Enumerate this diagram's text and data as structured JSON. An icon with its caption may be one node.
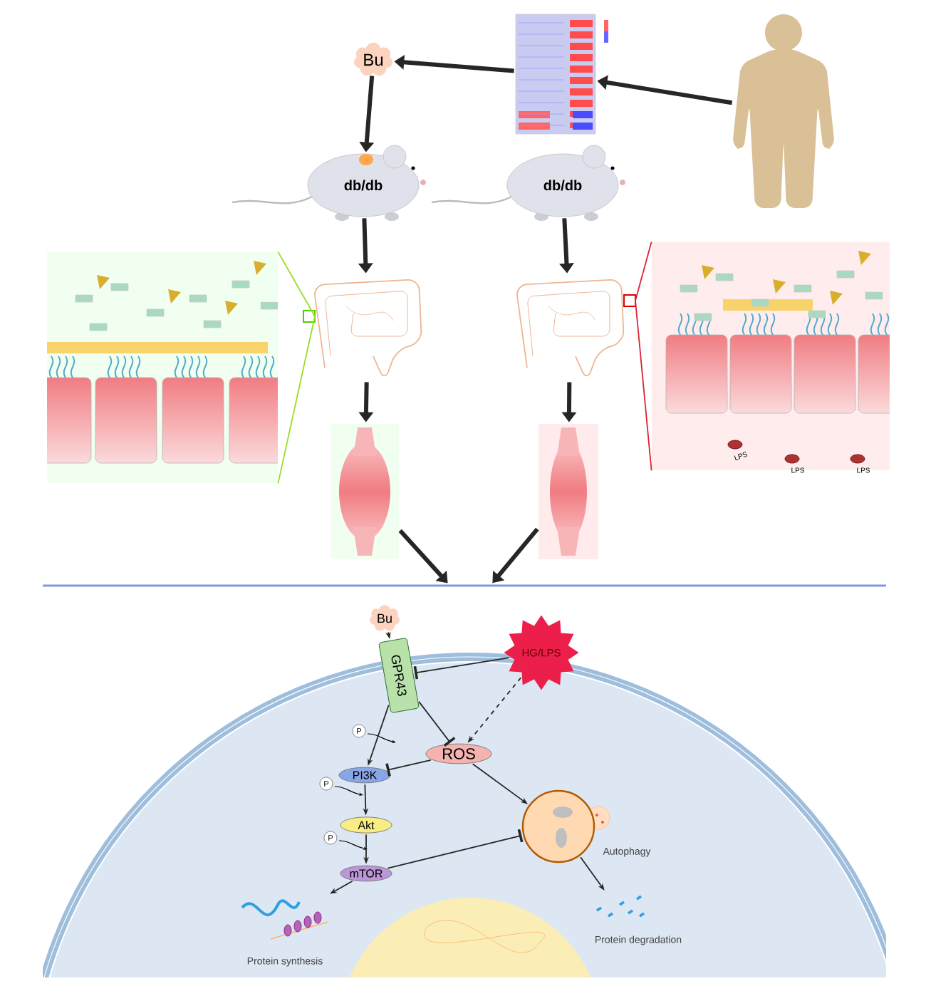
{
  "diagram": {
    "nodes": [
      {
        "text": [
          "Bu"
        ]
      },
      {
        "text": [],
        "shape": "picture"
      },
      {
        "text": [],
        "shape": "person"
      },
      {
        "text": [
          "db/db"
        ]
      },
      {
        "text": [
          "db/db"
        ]
      },
      {
        "text": [],
        "shape": "picture"
      },
      {
        "text": [],
        "shape": "picture"
      },
      {
        "text": [],
        "shape": "picture"
      },
      {
        "text": [],
        "shape": "picture"
      },
      {
        "text": [],
        "shape": "picture"
      },
      {
        "text": [],
        "shape": "picture"
      },
      {
        "text": [
          "Bu"
        ]
      },
      {
        "text": [
          "HG/LPS"
        ]
      },
      {
        "text": [
          "GPR43"
        ]
      },
      {
        "text": [
          "ROS"
        ]
      },
      {
        "text": [
          "PI3K"
        ]
      },
      {
        "text": [
          "Akt"
        ]
      },
      {
        "text": [
          "mTOR"
        ]
      },
      {
        "text": [],
        "shape": "picture",
        "beside": [
          "Autophagy"
        ]
      },
      {
        "text": [],
        "shape": "picture",
        "beside": [
          "Protein synthesis"
        ]
      },
      {
        "text": [],
        "shape": "picture",
        "beside": [
          "Protein degradation"
        ]
      }
    ],
    "edges": [
      {
        "from": 2,
        "to": 1,
        "arrow": "to",
        "style": "thick"
      },
      {
        "from": 1,
        "to": 0,
        "arrow": "to",
        "style": "thick"
      },
      {
        "from": 0,
        "to": 3,
        "arrow": "to",
        "style": "thick"
      },
      {
        "from": 3,
        "to": 5,
        "arrow": "to",
        "style": "thick"
      },
      {
        "from": 4,
        "to": 6,
        "arrow": "to",
        "style": "thick"
      },
      {
        "from": 5,
        "to": 7,
        "arrow": "to",
        "style": "thick"
      },
      {
        "from": 6,
        "to": 8,
        "arrow": "to",
        "style": "thick"
      },
      {
        "from": 7,
        "to": null,
        "arrow": "to",
        "style": "thick"
      },
      {
        "from": 8,
        "to": null,
        "arrow": "to",
        "style": "thick"
      },
      {
        "from": 5,
        "to": 9,
        "arrow": "none",
        "color": "#99dd22"
      },
      {
        "from": 6,
        "to": 10,
        "arrow": "none",
        "color": "#dd2233"
      },
      {
        "from": 11,
        "to": 13,
        "arrow": "to"
      },
      {
        "from": 12,
        "to": 13,
        "arrow": "other"
      },
      {
        "from": 12,
        "to": 14,
        "arrow": "to",
        "style": "dashed"
      },
      {
        "from": 13,
        "to": 15,
        "arrow": "to"
      },
      {
        "from": 13,
        "to": 14,
        "arrow": "other"
      },
      {
        "from": 14,
        "to": 15,
        "arrow": "other"
      },
      {
        "from": 15,
        "to": 16,
        "arrow": "to"
      },
      {
        "from": 16,
        "to": 17,
        "arrow": "to"
      },
      {
        "from": 14,
        "to": 18,
        "arrow": "to"
      },
      {
        "from": 17,
        "to": 18,
        "arrow": "other"
      },
      {
        "from": 17,
        "to": 19,
        "arrow": "to"
      },
      {
        "from": 18,
        "to": 20,
        "arrow": "to"
      }
    ],
    "labels": [
      "LPS",
      "LPS",
      "LPS",
      "P",
      "P",
      "P"
    ]
  }
}
